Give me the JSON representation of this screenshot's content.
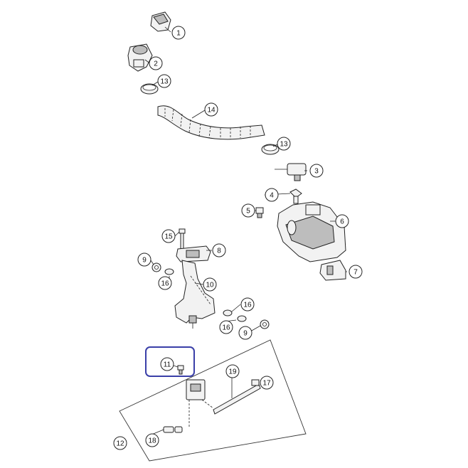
{
  "callouts": [
    "1",
    "2",
    "13",
    "14",
    "13",
    "3",
    "4",
    "5",
    "6",
    "15",
    "8",
    "9",
    "16",
    "10",
    "16",
    "16",
    "9",
    "7",
    "11",
    "19",
    "17",
    "12",
    "18"
  ],
  "highlight": {
    "label": "11",
    "color": "#3a3fa8"
  }
}
